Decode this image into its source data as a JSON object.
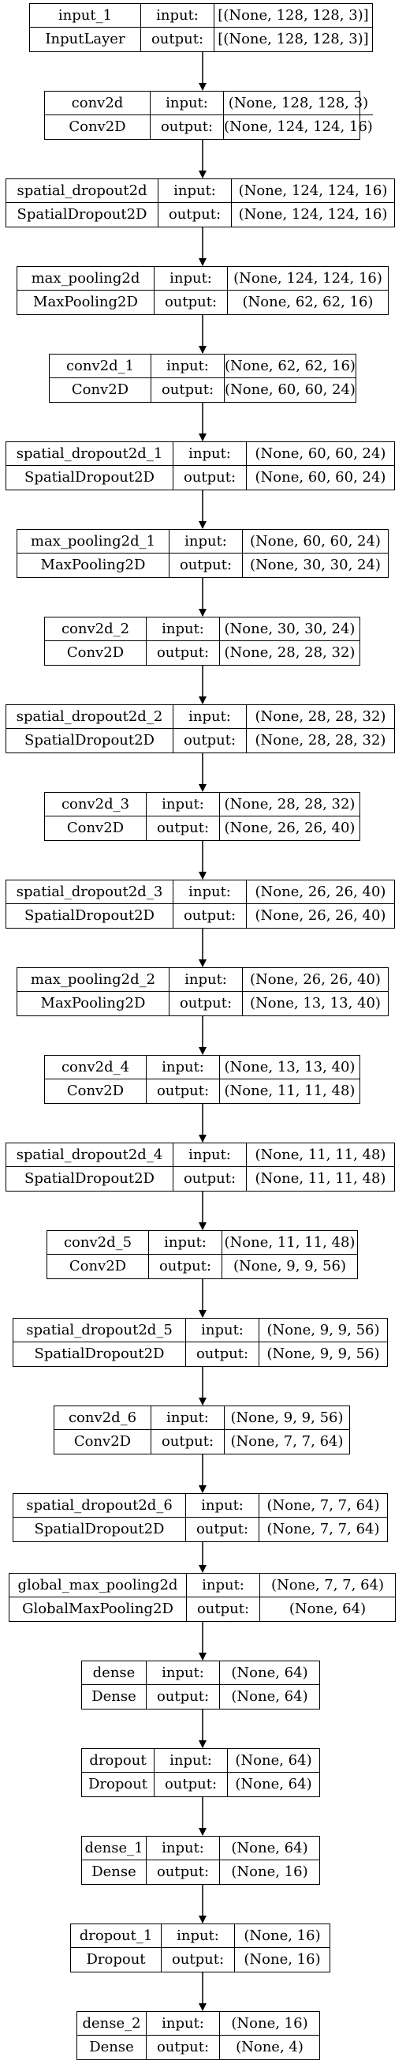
{
  "labels": {
    "input": "input:",
    "output": "output:"
  },
  "layers": [
    {
      "name": "input_1",
      "type": "InputLayer",
      "input": "[(None, 128, 128, 3)]",
      "output": "[(None, 128, 128, 3)]"
    },
    {
      "name": "conv2d",
      "type": "Conv2D",
      "input": "(None, 128, 128, 3)",
      "output": "(None, 124, 124, 16)"
    },
    {
      "name": "spatial_dropout2d",
      "type": "SpatialDropout2D",
      "input": "(None, 124, 124, 16)",
      "output": "(None, 124, 124, 16)"
    },
    {
      "name": "max_pooling2d",
      "type": "MaxPooling2D",
      "input": "(None, 124, 124, 16)",
      "output": "(None, 62, 62, 16)"
    },
    {
      "name": "conv2d_1",
      "type": "Conv2D",
      "input": "(None, 62, 62, 16)",
      "output": "(None, 60, 60, 24)"
    },
    {
      "name": "spatial_dropout2d_1",
      "type": "SpatialDropout2D",
      "input": "(None, 60, 60, 24)",
      "output": "(None, 60, 60, 24)"
    },
    {
      "name": "max_pooling2d_1",
      "type": "MaxPooling2D",
      "input": "(None, 60, 60, 24)",
      "output": "(None, 30, 30, 24)"
    },
    {
      "name": "conv2d_2",
      "type": "Conv2D",
      "input": "(None, 30, 30, 24)",
      "output": "(None, 28, 28, 32)"
    },
    {
      "name": "spatial_dropout2d_2",
      "type": "SpatialDropout2D",
      "input": "(None, 28, 28, 32)",
      "output": "(None, 28, 28, 32)"
    },
    {
      "name": "conv2d_3",
      "type": "Conv2D",
      "input": "(None, 28, 28, 32)",
      "output": "(None, 26, 26, 40)"
    },
    {
      "name": "spatial_dropout2d_3",
      "type": "SpatialDropout2D",
      "input": "(None, 26, 26, 40)",
      "output": "(None, 26, 26, 40)"
    },
    {
      "name": "max_pooling2d_2",
      "type": "MaxPooling2D",
      "input": "(None, 26, 26, 40)",
      "output": "(None, 13, 13, 40)"
    },
    {
      "name": "conv2d_4",
      "type": "Conv2D",
      "input": "(None, 13, 13, 40)",
      "output": "(None, 11, 11, 48)"
    },
    {
      "name": "spatial_dropout2d_4",
      "type": "SpatialDropout2D",
      "input": "(None, 11, 11, 48)",
      "output": "(None, 11, 11, 48)"
    },
    {
      "name": "conv2d_5",
      "type": "Conv2D",
      "input": "(None, 11, 11, 48)",
      "output": "(None, 9, 9, 56)"
    },
    {
      "name": "spatial_dropout2d_5",
      "type": "SpatialDropout2D",
      "input": "(None, 9, 9, 56)",
      "output": "(None, 9, 9, 56)"
    },
    {
      "name": "conv2d_6",
      "type": "Conv2D",
      "input": "(None, 9, 9, 56)",
      "output": "(None, 7, 7, 64)"
    },
    {
      "name": "spatial_dropout2d_6",
      "type": "SpatialDropout2D",
      "input": "(None, 7, 7, 64)",
      "output": "(None, 7, 7, 64)"
    },
    {
      "name": "global_max_pooling2d",
      "type": "GlobalMaxPooling2D",
      "input": "(None, 7, 7, 64)",
      "output": "(None, 64)"
    },
    {
      "name": "dense",
      "type": "Dense",
      "input": "(None, 64)",
      "output": "(None, 64)"
    },
    {
      "name": "dropout",
      "type": "Dropout",
      "input": "(None, 64)",
      "output": "(None, 64)"
    },
    {
      "name": "dense_1",
      "type": "Dense",
      "input": "(None, 64)",
      "output": "(None, 16)"
    },
    {
      "name": "dropout_1",
      "type": "Dropout",
      "input": "(None, 16)",
      "output": "(None, 16)"
    },
    {
      "name": "dense_2",
      "type": "Dense",
      "input": "(None, 16)",
      "output": "(None, 4)"
    }
  ]
}
